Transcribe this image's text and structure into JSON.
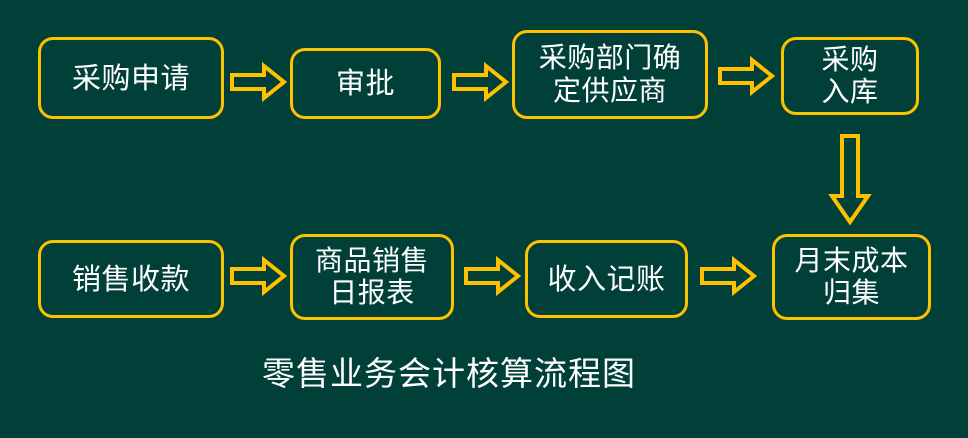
{
  "diagram": {
    "title": "零售业务会计核算流程图",
    "background_color": "#014038",
    "node_border_color": "#FFC000",
    "node_text_color": "#FFFFFF",
    "arrow_color": "#FFC000",
    "nodes": [
      {
        "id": "purchase-request",
        "label": "采购申请"
      },
      {
        "id": "approval",
        "label": "审批"
      },
      {
        "id": "select-supplier",
        "label": "采购部门确\n定供应商"
      },
      {
        "id": "purchase-inbound",
        "label": "采购\n入库"
      },
      {
        "id": "sales-receipt",
        "label": "销售收款"
      },
      {
        "id": "daily-sales-report",
        "label": "商品销售\n日报表"
      },
      {
        "id": "income-entry",
        "label": "收入记账"
      },
      {
        "id": "month-end-cost",
        "label": "月末成本\n归集"
      }
    ],
    "arrows": [
      {
        "id": "arrow-request-to-approval",
        "direction": "right"
      },
      {
        "id": "arrow-approval-to-supplier",
        "direction": "right"
      },
      {
        "id": "arrow-supplier-to-inbound",
        "direction": "right"
      },
      {
        "id": "arrow-inbound-to-monthend",
        "direction": "down"
      },
      {
        "id": "arrow-receipt-to-report",
        "direction": "right"
      },
      {
        "id": "arrow-report-to-income",
        "direction": "right"
      },
      {
        "id": "arrow-income-to-monthend",
        "direction": "right"
      }
    ]
  }
}
